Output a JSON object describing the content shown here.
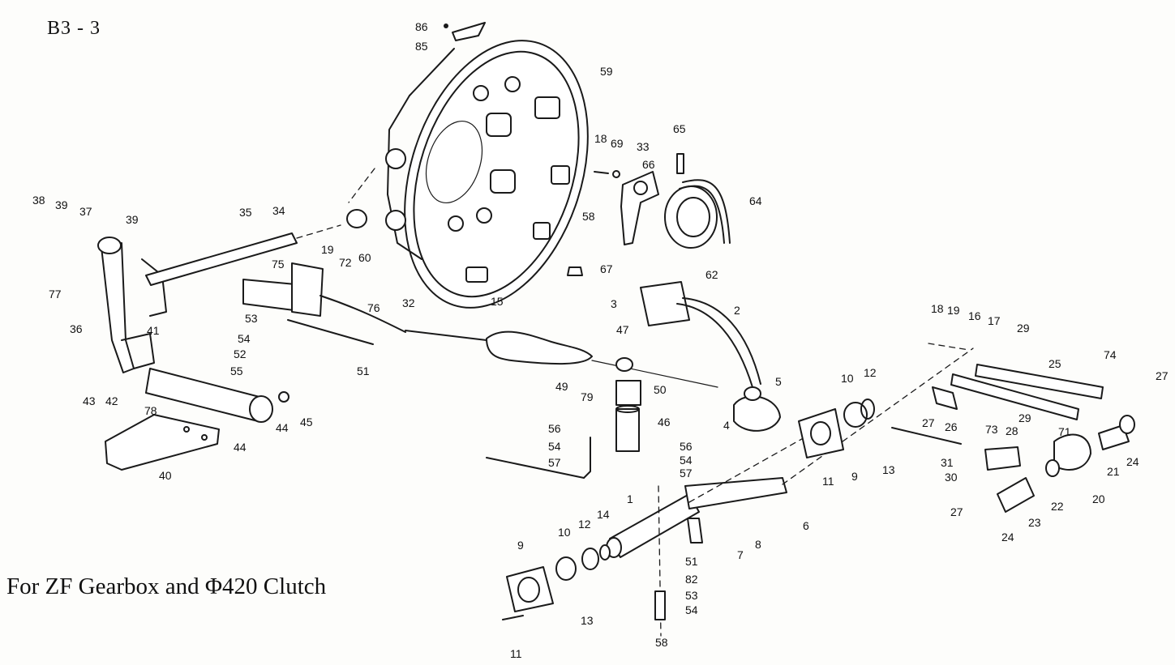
{
  "title": "B3 - 3",
  "caption": "For ZF Gearbox and Φ420 Clutch",
  "callouts": [
    {
      "id": "c86a",
      "text": "86"
    },
    {
      "id": "c85",
      "text": "85"
    },
    {
      "id": "c59",
      "text": "59"
    },
    {
      "id": "c18a",
      "text": "18"
    },
    {
      "id": "c69",
      "text": "69"
    },
    {
      "id": "c33",
      "text": "33"
    },
    {
      "id": "c65",
      "text": "65"
    },
    {
      "id": "c66",
      "text": "66"
    },
    {
      "id": "c64",
      "text": "64"
    },
    {
      "id": "c58a",
      "text": "58"
    },
    {
      "id": "c62",
      "text": "62"
    },
    {
      "id": "c67",
      "text": "67"
    },
    {
      "id": "c38",
      "text": "38"
    },
    {
      "id": "c39a",
      "text": "39"
    },
    {
      "id": "c37",
      "text": "37"
    },
    {
      "id": "c39b",
      "text": "39"
    },
    {
      "id": "c35",
      "text": "35"
    },
    {
      "id": "c34",
      "text": "34"
    },
    {
      "id": "c19a",
      "text": "19"
    },
    {
      "id": "c72",
      "text": "72"
    },
    {
      "id": "c60",
      "text": "60"
    },
    {
      "id": "c75",
      "text": "75"
    },
    {
      "id": "c77",
      "text": "77"
    },
    {
      "id": "c76",
      "text": "76"
    },
    {
      "id": "c32",
      "text": "32"
    },
    {
      "id": "c15",
      "text": "15"
    },
    {
      "id": "c53a",
      "text": "53"
    },
    {
      "id": "c36",
      "text": "36"
    },
    {
      "id": "c41",
      "text": "41"
    },
    {
      "id": "c54a",
      "text": "54"
    },
    {
      "id": "c52",
      "text": "52"
    },
    {
      "id": "c55",
      "text": "55"
    },
    {
      "id": "c51a",
      "text": "51"
    },
    {
      "id": "c43",
      "text": "43"
    },
    {
      "id": "c42",
      "text": "42"
    },
    {
      "id": "c78",
      "text": "78"
    },
    {
      "id": "c44a",
      "text": "44"
    },
    {
      "id": "c45",
      "text": "45"
    },
    {
      "id": "c44b",
      "text": "44"
    },
    {
      "id": "c40",
      "text": "40"
    },
    {
      "id": "c3",
      "text": "3"
    },
    {
      "id": "c2",
      "text": "2"
    },
    {
      "id": "c47",
      "text": "47"
    },
    {
      "id": "c49",
      "text": "49"
    },
    {
      "id": "c50",
      "text": "50"
    },
    {
      "id": "c79",
      "text": "79"
    },
    {
      "id": "c46",
      "text": "46"
    },
    {
      "id": "c5",
      "text": "5"
    },
    {
      "id": "c4",
      "text": "4"
    },
    {
      "id": "c10a",
      "text": "10"
    },
    {
      "id": "c12a",
      "text": "12"
    },
    {
      "id": "c56a",
      "text": "56"
    },
    {
      "id": "c54b",
      "text": "54"
    },
    {
      "id": "c57a",
      "text": "57"
    },
    {
      "id": "c56b",
      "text": "56"
    },
    {
      "id": "c54c",
      "text": "54"
    },
    {
      "id": "c57b",
      "text": "57"
    },
    {
      "id": "c18b",
      "text": "18"
    },
    {
      "id": "c19b",
      "text": "19"
    },
    {
      "id": "c16",
      "text": "16"
    },
    {
      "id": "c17",
      "text": "17"
    },
    {
      "id": "c29a",
      "text": "29"
    },
    {
      "id": "c74",
      "text": "74"
    },
    {
      "id": "c25",
      "text": "25"
    },
    {
      "id": "c27a",
      "text": "27"
    },
    {
      "id": "c27b",
      "text": "27"
    },
    {
      "id": "c26",
      "text": "26"
    },
    {
      "id": "c29b",
      "text": "29"
    },
    {
      "id": "c73",
      "text": "73"
    },
    {
      "id": "c28",
      "text": "28"
    },
    {
      "id": "c71",
      "text": "71"
    },
    {
      "id": "c31",
      "text": "31"
    },
    {
      "id": "c30",
      "text": "30"
    },
    {
      "id": "c13a",
      "text": "13"
    },
    {
      "id": "c9a",
      "text": "9"
    },
    {
      "id": "c11a",
      "text": "11"
    },
    {
      "id": "c1",
      "text": "1"
    },
    {
      "id": "c6",
      "text": "6"
    },
    {
      "id": "c8",
      "text": "8"
    },
    {
      "id": "c7",
      "text": "7"
    },
    {
      "id": "c21",
      "text": "21"
    },
    {
      "id": "c24a",
      "text": "24"
    },
    {
      "id": "c20",
      "text": "20"
    },
    {
      "id": "c22",
      "text": "22"
    },
    {
      "id": "c23",
      "text": "23"
    },
    {
      "id": "c24b",
      "text": "24"
    },
    {
      "id": "c27c",
      "text": "27"
    },
    {
      "id": "c9b",
      "text": "9"
    },
    {
      "id": "c10b",
      "text": "10"
    },
    {
      "id": "c12b",
      "text": "12"
    },
    {
      "id": "c14",
      "text": "14"
    },
    {
      "id": "c51b",
      "text": "51"
    },
    {
      "id": "c82",
      "text": "82"
    },
    {
      "id": "c53b",
      "text": "53"
    },
    {
      "id": "c54d",
      "text": "54"
    },
    {
      "id": "c13b",
      "text": "13"
    },
    {
      "id": "c11b",
      "text": "11"
    },
    {
      "id": "c58b",
      "text": "58"
    }
  ]
}
